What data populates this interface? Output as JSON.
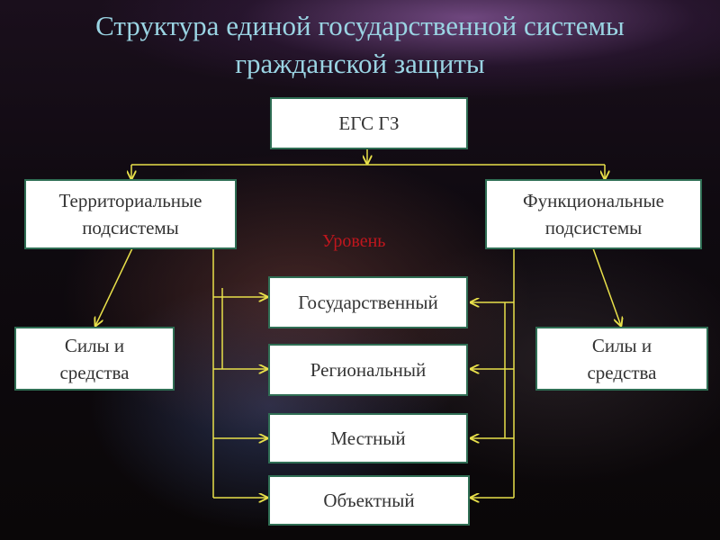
{
  "title": "Структура единой государственной системы\nгражданской защиты",
  "nodes": {
    "root": "ЕГС ГЗ",
    "territorial": "Территориальные\nподсистемы",
    "functional": "Функциональные\nподсистемы",
    "forces_left": "Силы и\nсредства",
    "forces_right": "Силы и\nсредства",
    "level_label": "Уровень",
    "levels": [
      "Государственный",
      "Региональный",
      "Местный",
      "Объектный"
    ]
  },
  "colors": {
    "connector": "#e8e04a",
    "border": "#2f6e54",
    "title": "#9ad4e3",
    "level_label": "#c0161d"
  }
}
